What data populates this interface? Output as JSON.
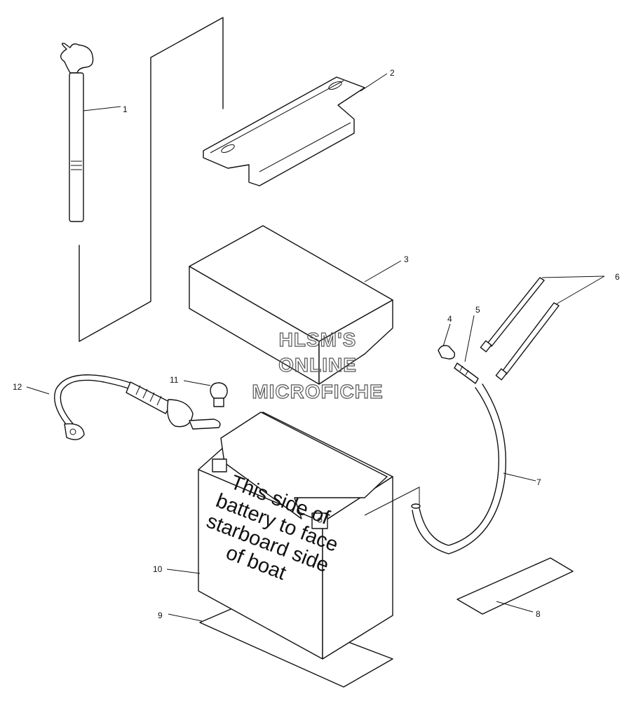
{
  "callouts": [
    "1",
    "2",
    "3",
    "4",
    "5",
    "6",
    "7",
    "8",
    "9",
    "10",
    "11",
    "12"
  ],
  "battery_label": [
    "This side of",
    "battery to face",
    "starboard side",
    "of boat"
  ],
  "watermark": [
    "HLSM'S",
    "ONLINE",
    "MICROFICHE"
  ]
}
